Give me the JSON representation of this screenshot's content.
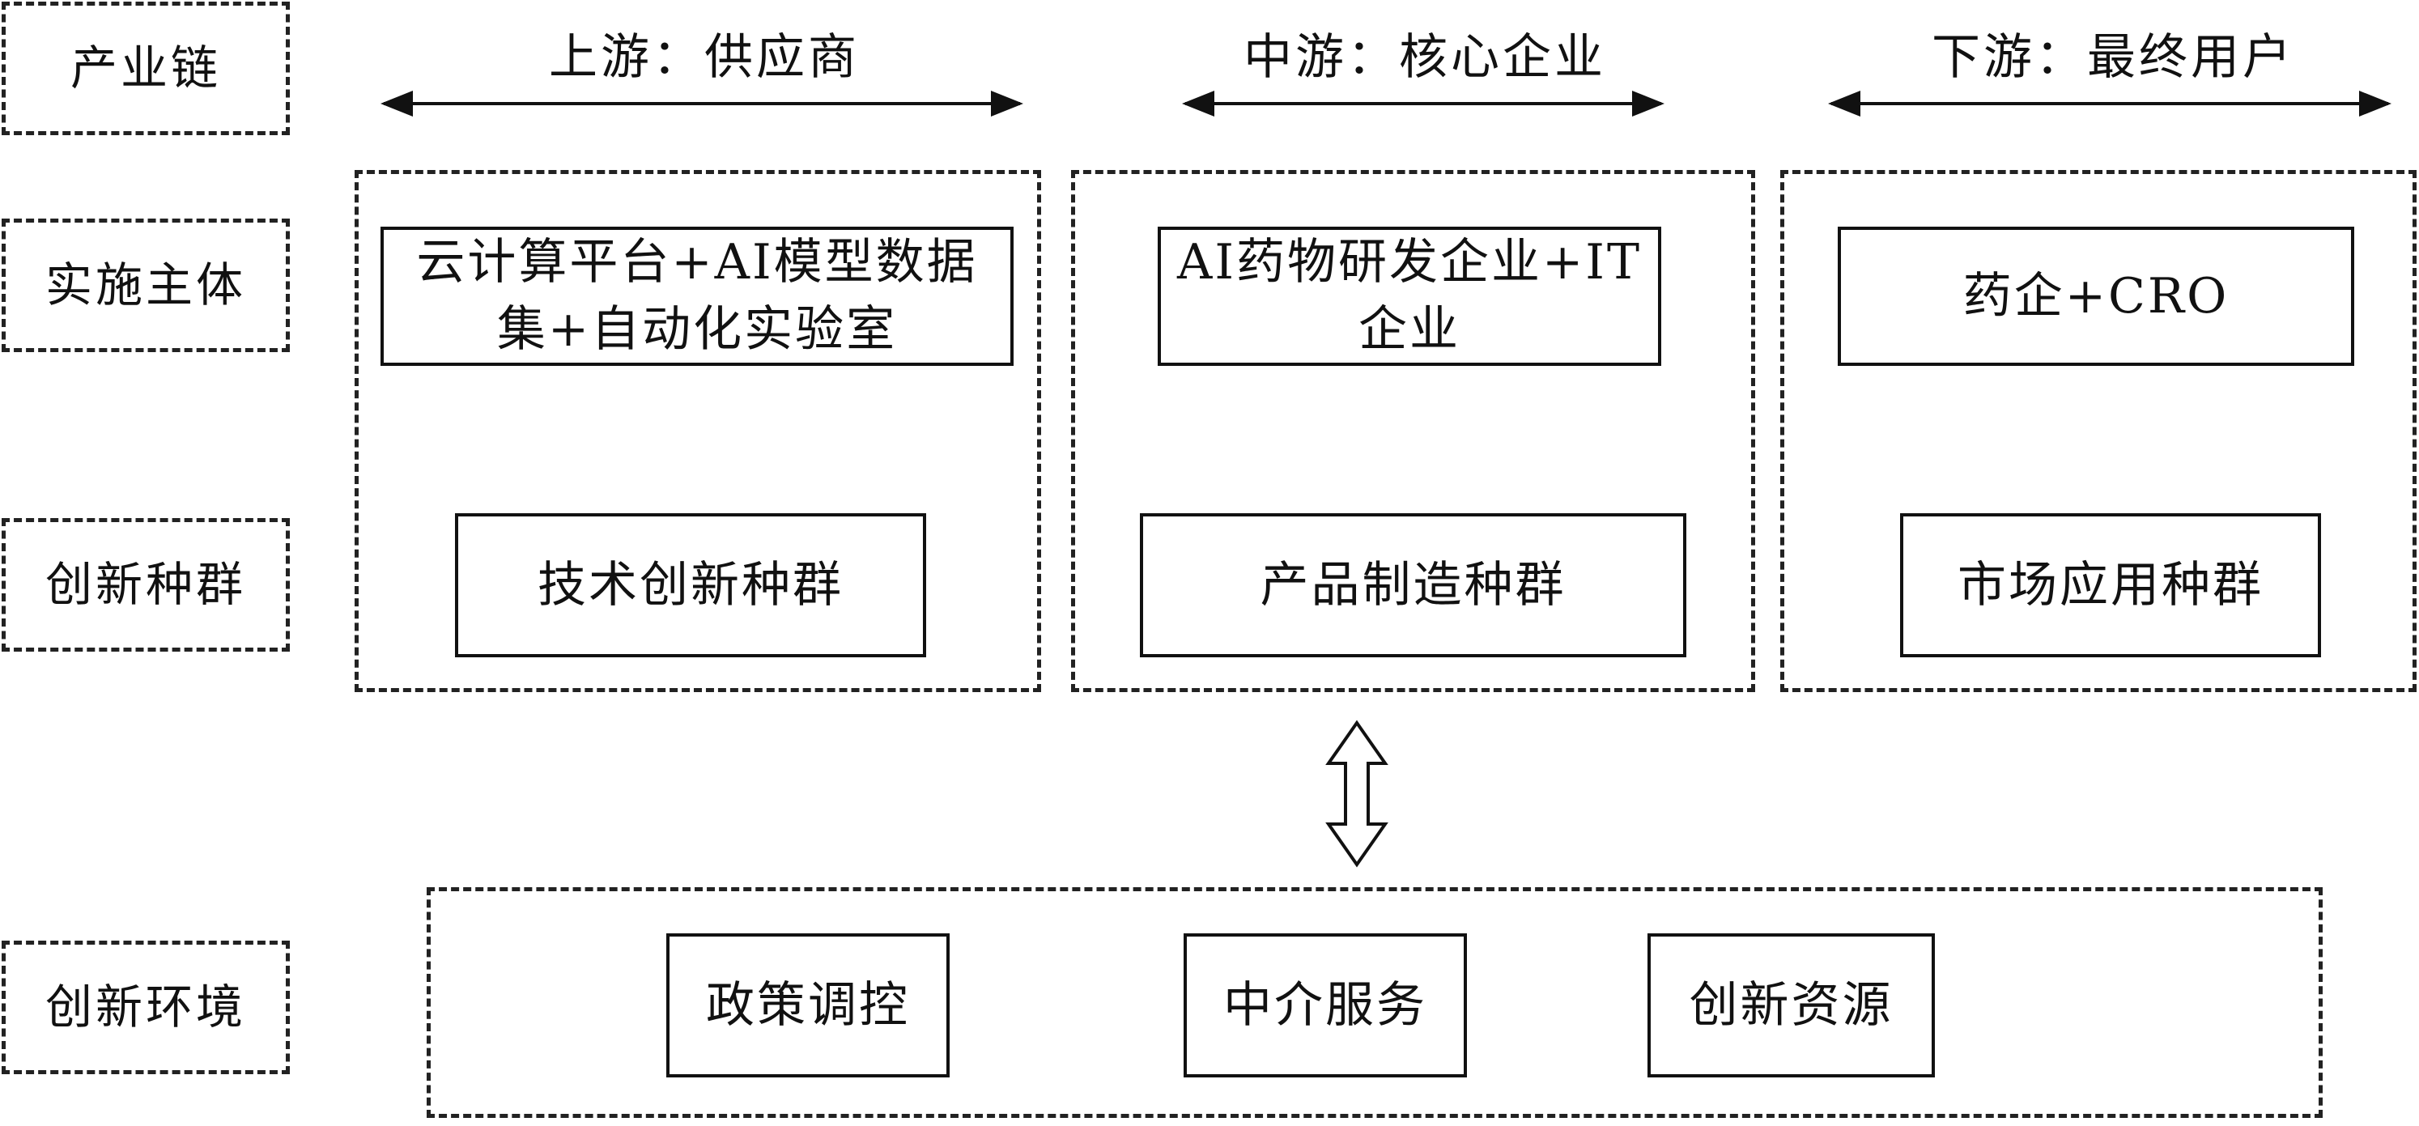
{
  "rows": {
    "industry_chain": "产业链",
    "implementer": "实施主体",
    "innovation_population": "创新种群",
    "innovation_environment": "创新环境"
  },
  "stages": [
    {
      "heading": "上游：供应商",
      "subject": "云计算平台+AI模型数据集+自动化实验室",
      "population": "技术创新种群"
    },
    {
      "heading": "中游：核心企业",
      "subject": "AI药物研发企业+IT企业",
      "population": "产品制造种群"
    },
    {
      "heading": "下游：最终用户",
      "subject": "药企+CRO",
      "population": "市场应用种群"
    }
  ],
  "environment": [
    "政策调控",
    "中介服务",
    "创新资源"
  ]
}
